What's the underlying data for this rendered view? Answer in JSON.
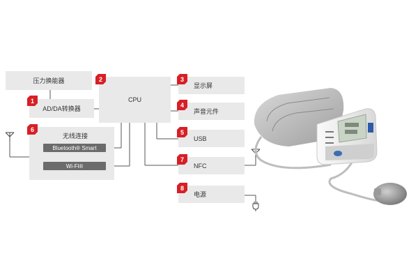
{
  "diagram": {
    "blocks": {
      "pressure_sensor": "压力换能器",
      "adda": "AD/DA转换器",
      "cpu": "CPU",
      "display": "显示屏",
      "audio": "声音元件",
      "usb": "USB",
      "nfc": "NFC",
      "power": "电源",
      "wireless_title": "无线连接",
      "bluetooth": "Bluetooth® Smart",
      "wifi": "Wi-Fi®"
    },
    "badges": {
      "adda": "1",
      "cpu": "2",
      "display": "3",
      "audio": "4",
      "usb": "5",
      "wireless": "6",
      "nfc": "7",
      "power": "8"
    }
  },
  "colors": {
    "accent": "#d71f26",
    "block": "#e9e9e9",
    "bar": "#6b6b6b",
    "line": "#555555"
  },
  "icons": [
    "antenna-icon",
    "power-plug-icon"
  ],
  "image": {
    "subject": "blood-pressure-monitor"
  }
}
